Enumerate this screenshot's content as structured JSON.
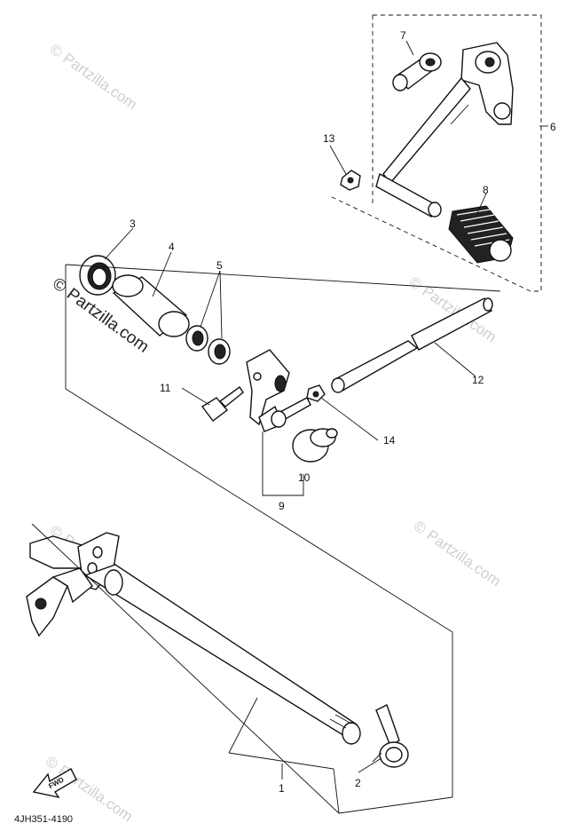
{
  "diagram": {
    "code": "4JH351-4190",
    "fwd_label": "FWD",
    "callouts": {
      "c1": "1",
      "c2": "2",
      "c3": "3",
      "c4": "4",
      "c5": "5",
      "c6": "6",
      "c7": "7",
      "c8": "8",
      "c9": "9",
      "c10": "10",
      "c11": "11",
      "c12": "12",
      "c13": "13",
      "c14": "14"
    },
    "watermark": {
      "symbol": "©",
      "text": "Partzilla.com"
    }
  }
}
